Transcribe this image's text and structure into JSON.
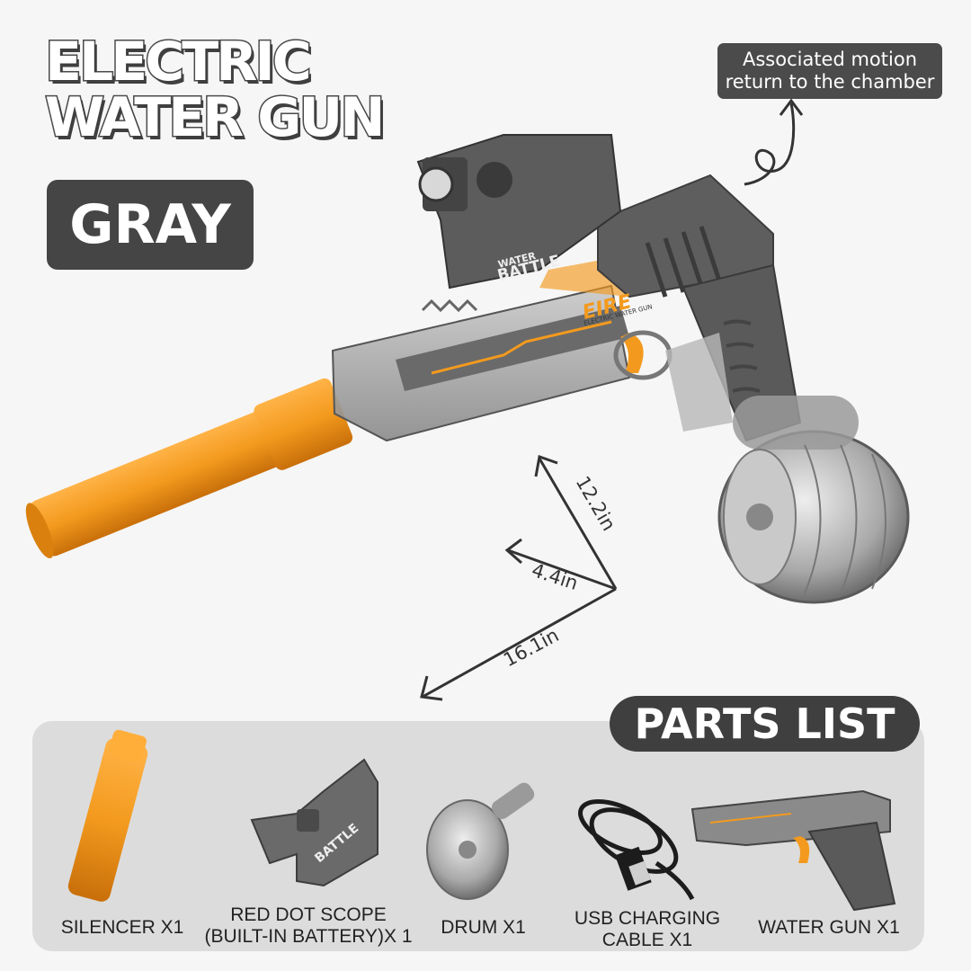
{
  "title": {
    "line1": "ELECTRIC",
    "line2": "WATER GUN"
  },
  "color_badge": "GRAY",
  "callout": {
    "line1": "Associated motion",
    "line2": "return to the chamber"
  },
  "gun": {
    "brand_small": "WATER",
    "brand_big": "BATTLE",
    "model": "EIRE",
    "side_text": "ELECTRIC WATER GUN"
  },
  "dimensions": {
    "height": "12.2in",
    "width": "4.4in",
    "length": "16.1in"
  },
  "parts_list_title": "PARTS LIST",
  "parts": [
    {
      "line1": "SILENCER X1",
      "line2": ""
    },
    {
      "line1": "RED DOT SCOPE",
      "line2": "(BUILT-IN BATTERY)X 1"
    },
    {
      "line1": "DRUM X1",
      "line2": ""
    },
    {
      "line1": "USB CHARGING",
      "line2": "CABLE X1"
    },
    {
      "line1": "WATER GUN X1",
      "line2": ""
    }
  ],
  "colors": {
    "accent_orange": "#f39a1e",
    "body_gray": "#5a5a5a",
    "badge_dark": "#454545",
    "panel_gray": "#dcdcdc"
  }
}
